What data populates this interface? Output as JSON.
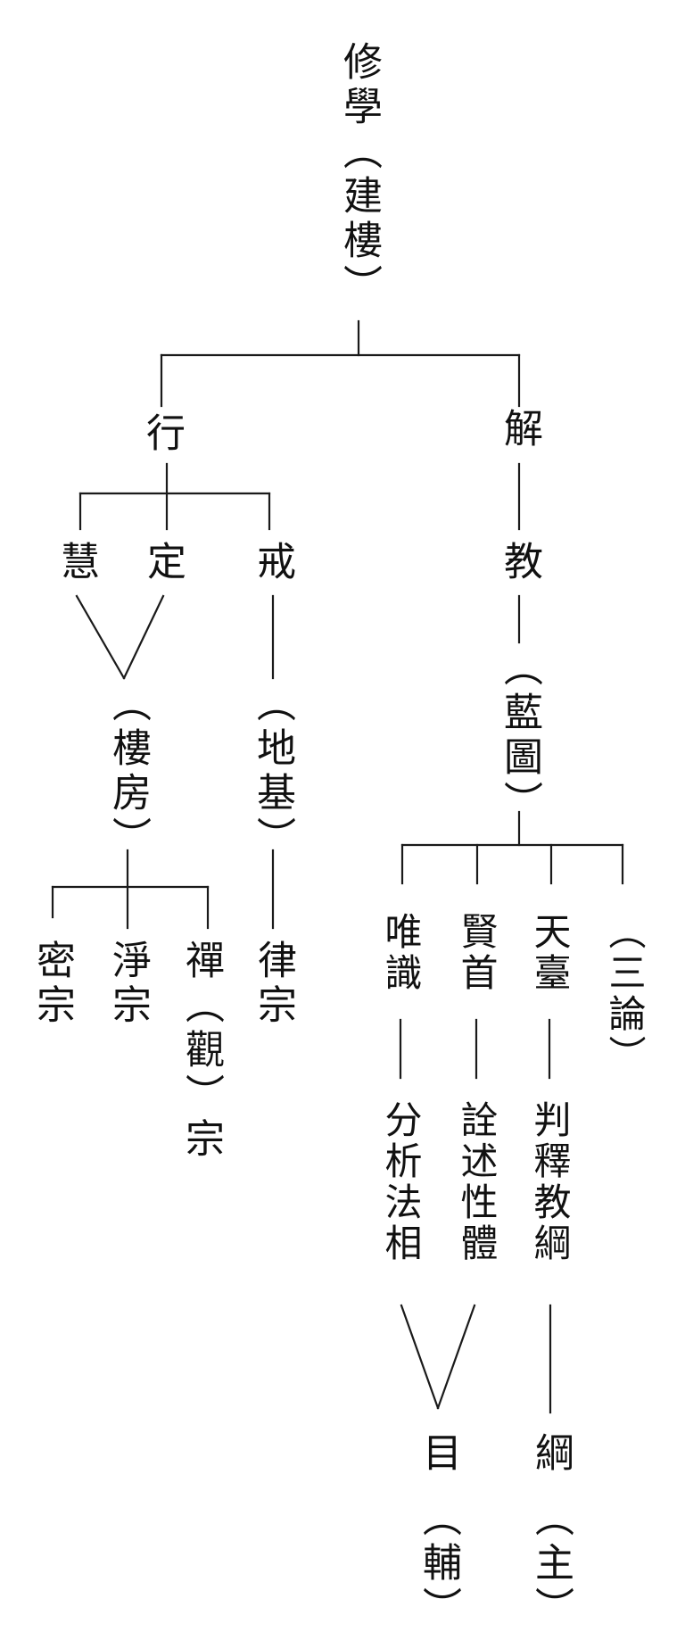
{
  "colors": {
    "ink": "#111111",
    "background": "#ffffff"
  },
  "root": "修學（建樓）",
  "practice": {
    "label": "行",
    "wisdom": "慧",
    "samadhi": "定",
    "precepts": "戒",
    "building": "（樓房）",
    "foundation": "（地基）",
    "esoteric": "密宗",
    "pure_land": "淨宗",
    "chan": "禪（觀）宗",
    "vinaya": "律宗"
  },
  "understanding": {
    "label": "解",
    "teaching": "教",
    "blueprint": "（藍圖）",
    "weishi": "唯識",
    "xianshou": "賢首",
    "tiantai": "天臺",
    "sanlun": "（三論）",
    "weishi_desc": "分析法相",
    "xianshou_desc": "詮述性體",
    "tiantai_desc": "判釋教綱",
    "detail": "目",
    "detail_role": "（輔）",
    "outline": "綱",
    "outline_role": "（主）"
  }
}
